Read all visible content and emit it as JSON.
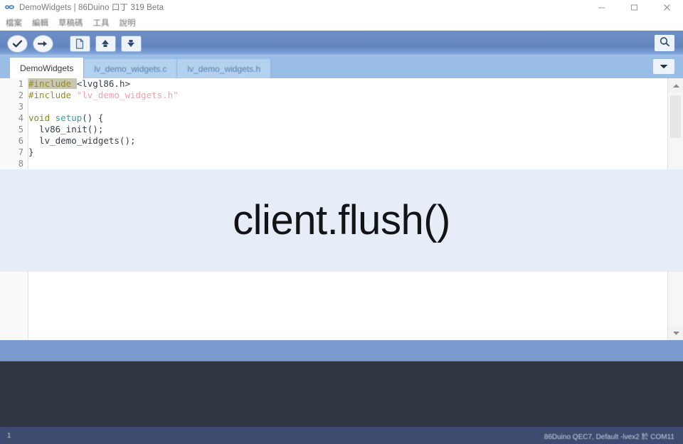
{
  "window": {
    "title": "DemoWidgets | 86Duino 口丁 319 Beta",
    "app_icon": "arduino-leaf-icon",
    "controls": {
      "minimize": "minimize-icon",
      "maximize": "maximize-icon",
      "close": "close-icon"
    }
  },
  "menubar": {
    "items": [
      {
        "label": "檔案"
      },
      {
        "label": "編輯"
      },
      {
        "label": "草稿碼"
      },
      {
        "label": "工具"
      },
      {
        "label": "說明"
      }
    ]
  },
  "toolbar": {
    "buttons": [
      {
        "name": "verify-button",
        "icon": "check-icon",
        "tooltip": "Verify"
      },
      {
        "name": "upload-button",
        "icon": "arrow-right-icon",
        "tooltip": "Upload"
      },
      {
        "name": "new-button",
        "icon": "new-file-icon",
        "tooltip": "New"
      },
      {
        "name": "open-button",
        "icon": "arrow-up-icon",
        "tooltip": "Open"
      },
      {
        "name": "save-button",
        "icon": "arrow-down-icon",
        "tooltip": "Save"
      }
    ],
    "serial_monitor": {
      "name": "serial-monitor-button",
      "icon": "magnifier-icon"
    }
  },
  "tabs": {
    "items": [
      {
        "label": "DemoWidgets",
        "active": true
      },
      {
        "label": "lv_demo_widgets.c",
        "active": false
      },
      {
        "label": "lv_demo_widgets.h",
        "active": false
      }
    ],
    "dropdown_icon": "chevron-down-icon"
  },
  "editor": {
    "line_numbers": [
      "1",
      "2",
      "3",
      "4",
      "5",
      "6",
      "7",
      "8"
    ],
    "lines": [
      {
        "n": "1",
        "segments": [
          {
            "t": "#include ",
            "c": "pre"
          },
          {
            "t": "<lvgl86.h>",
            "c": "inc"
          }
        ]
      },
      {
        "n": "2",
        "segments": [
          {
            "t": "#include ",
            "c": "pre"
          },
          {
            "t": "\"lv_demo_widgets.h\"",
            "c": "str"
          }
        ]
      },
      {
        "n": "3",
        "segments": [
          {
            "t": "",
            "c": "plain"
          }
        ]
      },
      {
        "n": "4",
        "segments": [
          {
            "t": "void ",
            "c": "kw"
          },
          {
            "t": "setup",
            "c": "fn"
          },
          {
            "t": "() {",
            "c": "plain"
          }
        ]
      },
      {
        "n": "5",
        "segments": [
          {
            "t": "  lv86_init();",
            "c": "plain"
          }
        ]
      },
      {
        "n": "6",
        "segments": [
          {
            "t": "  lv_demo_widgets();",
            "c": "plain"
          }
        ]
      },
      {
        "n": "7",
        "segments": [
          {
            "t": "}",
            "c": "plain"
          }
        ]
      },
      {
        "n": "8",
        "segments": [
          {
            "t": "",
            "c": "plain"
          }
        ]
      }
    ],
    "scrollbar": {
      "up_icon": "chevron-up-icon",
      "down_icon": "chevron-down-icon"
    }
  },
  "console": {
    "text": ""
  },
  "statusbar": {
    "line_indicator": "1",
    "board_info": "86Duino QEC7, Default -lvex2 於 COM11"
  },
  "overlay": {
    "text": "client.flush()",
    "background_color": "#e7edf6",
    "text_color": "#111316"
  },
  "colors": {
    "toolbar_blue": "#6486bf",
    "tabbar_blue": "#99bde4",
    "strip_blue": "#7b9bce",
    "console_dark": "#2f3541",
    "statusbar_navy": "#3e4a70"
  }
}
